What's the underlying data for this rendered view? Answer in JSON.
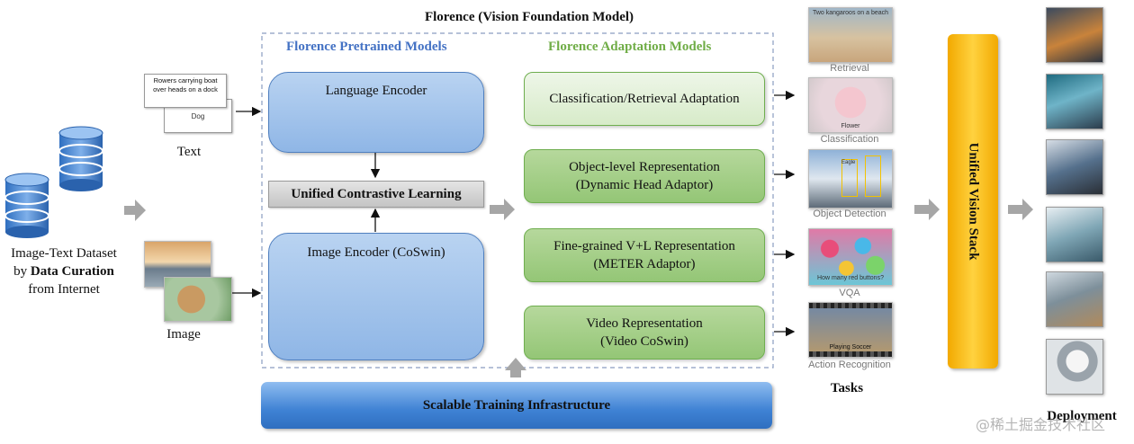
{
  "diagram": {
    "title": "Florence (Vision Foundation Model)",
    "pretrained_title": "Florence Pretrained Models",
    "adaptation_title": "Florence Adaptation Models",
    "language_encoder": "Language Encoder",
    "contrastive": "Unified Contrastive Learning",
    "image_encoder": "Image Encoder (CoSwin)",
    "dataset_line1": "Image-Text Dataset",
    "dataset_by": "by ",
    "dataset_bold": "Data Curation",
    "dataset_line3": "from Internet",
    "text_label": "Text",
    "image_label": "Image",
    "text_card1": "Rowers carrying boat over heads on a dock",
    "text_card2": "Dog",
    "adaptations": [
      {
        "line1": "Classification/Retrieval Adaptation",
        "line2": ""
      },
      {
        "line1": "Object-level Representation",
        "line2": "(Dynamic Head Adaptor)"
      },
      {
        "line1": "Fine-grained V+L Representation",
        "line2": "(METER Adaptor)"
      },
      {
        "line1": "Video Representation",
        "line2": "(Video CoSwin)"
      }
    ],
    "tasks": [
      {
        "label": "Retrieval",
        "caption": "Two kangaroos on a beach"
      },
      {
        "label": "Classification",
        "caption": "Flower"
      },
      {
        "label": "Object Detection",
        "caption": "Eagle"
      },
      {
        "label": "VQA",
        "caption": "How many red buttons?"
      },
      {
        "label": "Action Recognition",
        "caption": "Playing Soccer"
      }
    ],
    "tasks_title": "Tasks",
    "unified_stack": "Unified Vision Stack",
    "infrastructure": "Scalable Training Infrastructure",
    "deployment": "Deployment",
    "watermark": "@稀土掘金技术社区",
    "colors": {
      "encoder": "#a9c8ee",
      "adapt_light": "#e3f1da",
      "adapt_green": "#a5d08a",
      "stack": "#f5b800",
      "infra": "#4f8fd8",
      "pretrained_title": "#4472c4",
      "adaptation_title": "#70ad47"
    }
  }
}
